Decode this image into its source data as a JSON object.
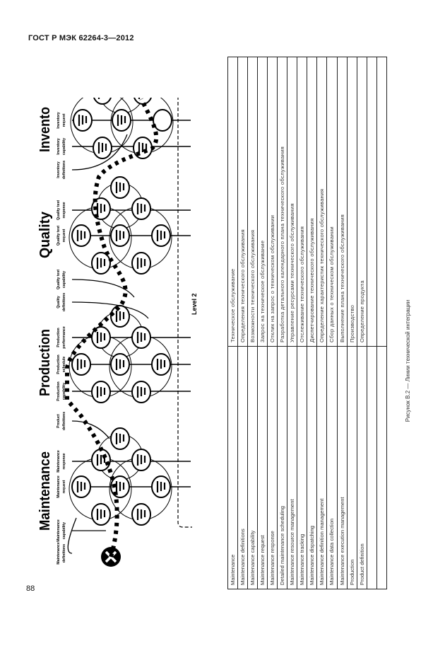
{
  "header": {
    "standard": "ГОСТ Р МЭК 62264-3—2012"
  },
  "page_number": "88",
  "caption": "Рисунок В.2 — Линии технической интеграции",
  "diagram": {
    "sections": [
      "Maintenance",
      "Production",
      "Quality",
      "Invento"
    ],
    "level_label": "Level 2",
    "labels": [
      [
        "Maintenance",
        "definitions"
      ],
      [
        "Maintenance",
        "capability"
      ],
      [
        "Maintenance",
        "request"
      ],
      [
        "Maintenance",
        "response"
      ],
      [
        "Product",
        "definitions"
      ],
      [
        "Production",
        "capability"
      ],
      [
        "Production",
        "schedule"
      ],
      [
        "Production",
        "performance"
      ],
      [
        "Quality",
        "definitions"
      ],
      [
        "Quality test",
        "capability"
      ],
      [
        "Quality test",
        "request"
      ],
      [
        "Quality test",
        "response"
      ],
      [
        "Inventory",
        "definitions"
      ],
      [
        "Inventory",
        "capability"
      ],
      [
        "Inventory",
        "request"
      ]
    ]
  },
  "table": {
    "rows": [
      {
        "en": "Maintenance",
        "ru": "Техническое обслуживание"
      },
      {
        "en": "Maintenance definitions",
        "ru": "Определения технического обслуживания"
      },
      {
        "en": "Maintenance capability",
        "ru": "Возможности технического обслуживания"
      },
      {
        "en": "Maintenance request",
        "ru": "Запрос на техническое обслуживание"
      },
      {
        "en": "Maintenance response",
        "ru": "Отклик на запрос о техническом обслуживании"
      },
      {
        "en": "Detailed maintenance scheduling",
        "ru": "Разработка детального календарного плана технического обслуживания"
      },
      {
        "en": "Maintenance resource management",
        "ru": "Управление ресурсами технического обслуживания"
      },
      {
        "en": "Maintenance tracking",
        "ru": "Отслеживание технического обслуживания"
      },
      {
        "en": "Maintenance dispatching",
        "ru": "Диспетчирование технического обслуживания"
      },
      {
        "en": "Maintenance definition management",
        "ru": "Определение характеристик технического обслуживания"
      },
      {
        "en": "Maintenance data collection",
        "ru": "Сбор данных о техническом обслуживании"
      },
      {
        "en": "Maintenance execution management",
        "ru": "Выполнение плана технического обслуживания"
      },
      {
        "en": "Production",
        "ru": "Производство"
      },
      {
        "en": "Product definition",
        "ru": "Определение продукта"
      },
      {
        "en": "",
        "ru": ""
      },
      {
        "en": "",
        "ru": ""
      }
    ]
  }
}
